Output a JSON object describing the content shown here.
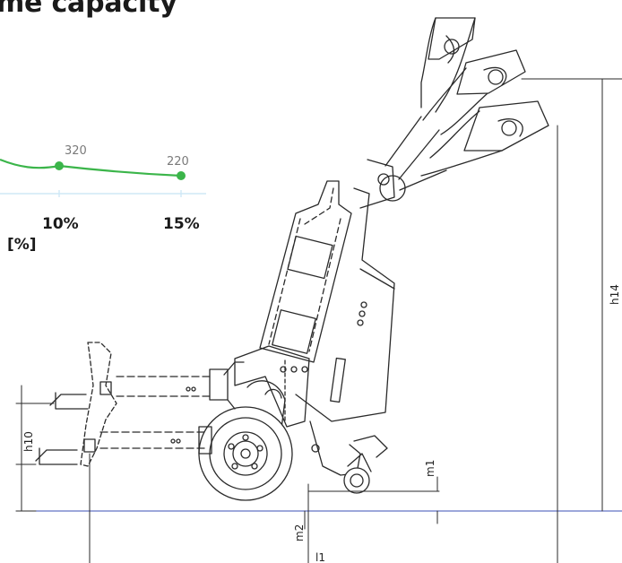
{
  "title": "me capacity",
  "chart_data": {
    "type": "line",
    "x_ticks": [
      "10%",
      "15%"
    ],
    "xlabel": "[%]",
    "series": [
      {
        "color": "#3bb54a",
        "x": [
          "10%",
          "15%"
        ],
        "values": [
          320,
          220
        ],
        "labels": [
          "320",
          "220"
        ]
      }
    ]
  },
  "dimensions": {
    "h10": "h10",
    "h14": "h14",
    "m1": "m1",
    "m2": "m2",
    "l1": "l1"
  }
}
